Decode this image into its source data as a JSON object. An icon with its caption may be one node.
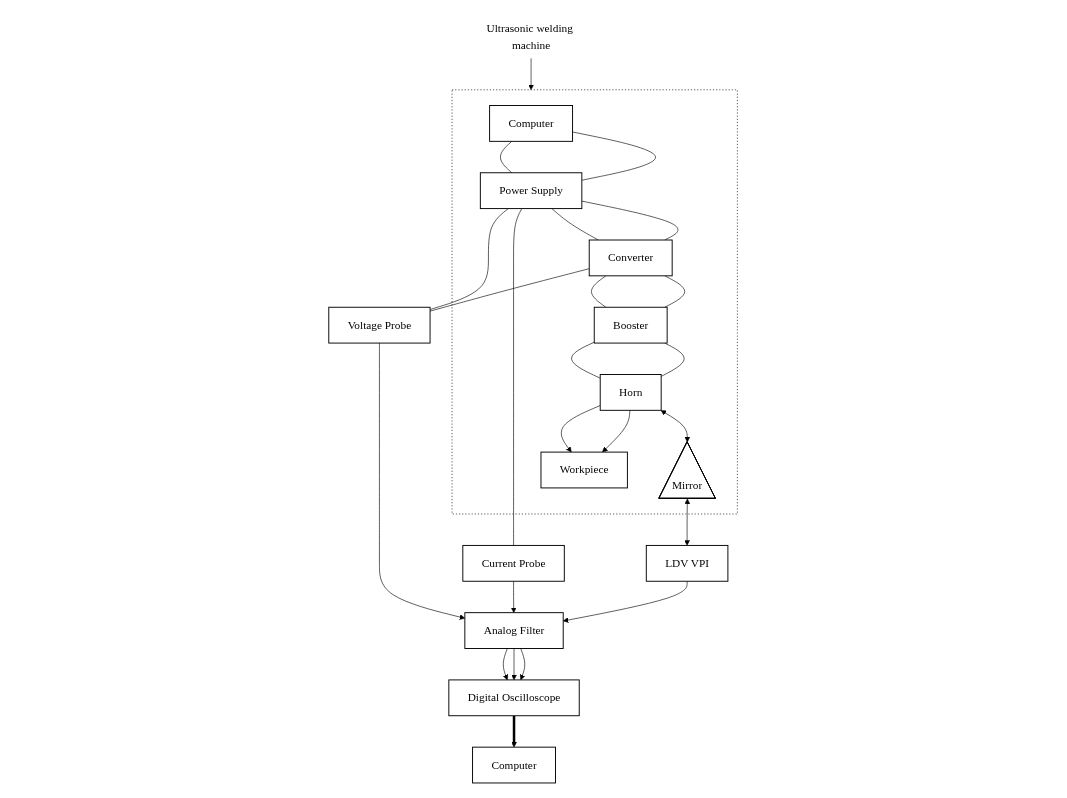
{
  "diagram": {
    "nodes": [
      {
        "text": [],
        "shape": "box"
      },
      {
        "text": [
          "Computer"
        ],
        "in": 0
      },
      {
        "text": [
          "Power Supply"
        ],
        "in": 0
      },
      {
        "text": [
          "Converter"
        ],
        "in": 0
      },
      {
        "text": [
          "Booster"
        ],
        "in": 0
      },
      {
        "text": [
          "Horn"
        ],
        "in": 0
      },
      {
        "text": [
          "Mirror"
        ],
        "in": 0
      },
      {
        "text": [
          "Workpiece"
        ],
        "in": 0
      },
      {
        "text": [
          "Ultrasonic welding machine"
        ]
      },
      {
        "text": [
          "Voltage Probe"
        ]
      },
      {
        "text": [
          "Current Probe"
        ]
      },
      {
        "text": [
          "Analog Filter"
        ]
      },
      {
        "text": [
          "Digital Oscilloscope"
        ]
      },
      {
        "text": [
          "Computer"
        ]
      },
      {
        "text": [
          "LDV VPI"
        ]
      }
    ],
    "edges": [
      {
        "from": 8,
        "to": 0,
        "arrow": "to"
      },
      {
        "from": 1,
        "to": 2,
        "arrow": "none"
      },
      {
        "from": 1,
        "to": 2,
        "arrow": "none"
      },
      {
        "from": 2,
        "to": 3,
        "arrow": "none"
      },
      {
        "from": 2,
        "to": 3,
        "arrow": "none"
      },
      {
        "from": 2,
        "to": 9,
        "arrow": "none"
      },
      {
        "from": 3,
        "to": 9,
        "arrow": "none"
      },
      {
        "from": 2,
        "to": 10,
        "arrow": "none"
      },
      {
        "from": 3,
        "to": 4,
        "arrow": "none"
      },
      {
        "from": 3,
        "to": 4,
        "arrow": "none"
      },
      {
        "from": 4,
        "to": 5,
        "arrow": "none"
      },
      {
        "from": 4,
        "to": 5,
        "arrow": "none"
      },
      {
        "from": 5,
        "to": 7,
        "arrow": "to"
      },
      {
        "from": 5,
        "to": 7,
        "arrow": "to"
      },
      {
        "from": 5,
        "to": 6,
        "arrow": "both"
      },
      {
        "from": 6,
        "to": 14,
        "arrow": "both"
      },
      {
        "from": 9,
        "to": 11,
        "arrow": "to"
      },
      {
        "from": 10,
        "to": 11,
        "arrow": "to"
      },
      {
        "from": 14,
        "to": 11,
        "arrow": "to"
      },
      {
        "from": 11,
        "to": 12,
        "arrow": "to"
      },
      {
        "from": 11,
        "to": 12,
        "arrow": "to"
      },
      {
        "from": 11,
        "to": 12,
        "arrow": "to"
      },
      {
        "from": 12,
        "to": 13,
        "arrow": "to",
        "style": "thick"
      }
    ]
  }
}
